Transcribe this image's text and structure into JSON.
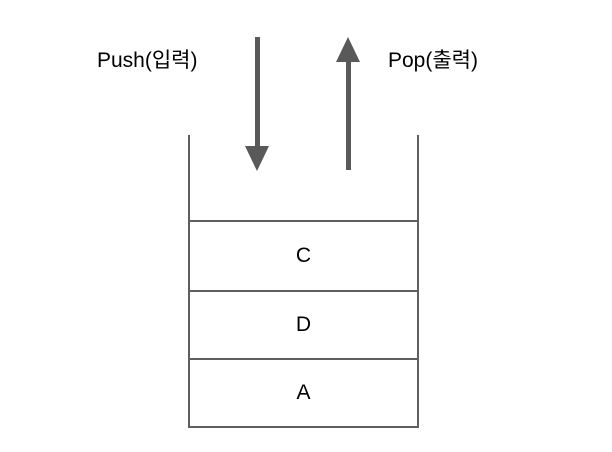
{
  "diagram": {
    "title": "stack push pop diagram",
    "push_label": "Push(입력)",
    "pop_label": "Pop(출력)",
    "stack": {
      "items": [
        "C",
        "D",
        "A"
      ]
    },
    "colors": {
      "line": "#5f5f5f",
      "arrow": "#595959",
      "text": "#000000",
      "background": "#ffffff"
    }
  }
}
